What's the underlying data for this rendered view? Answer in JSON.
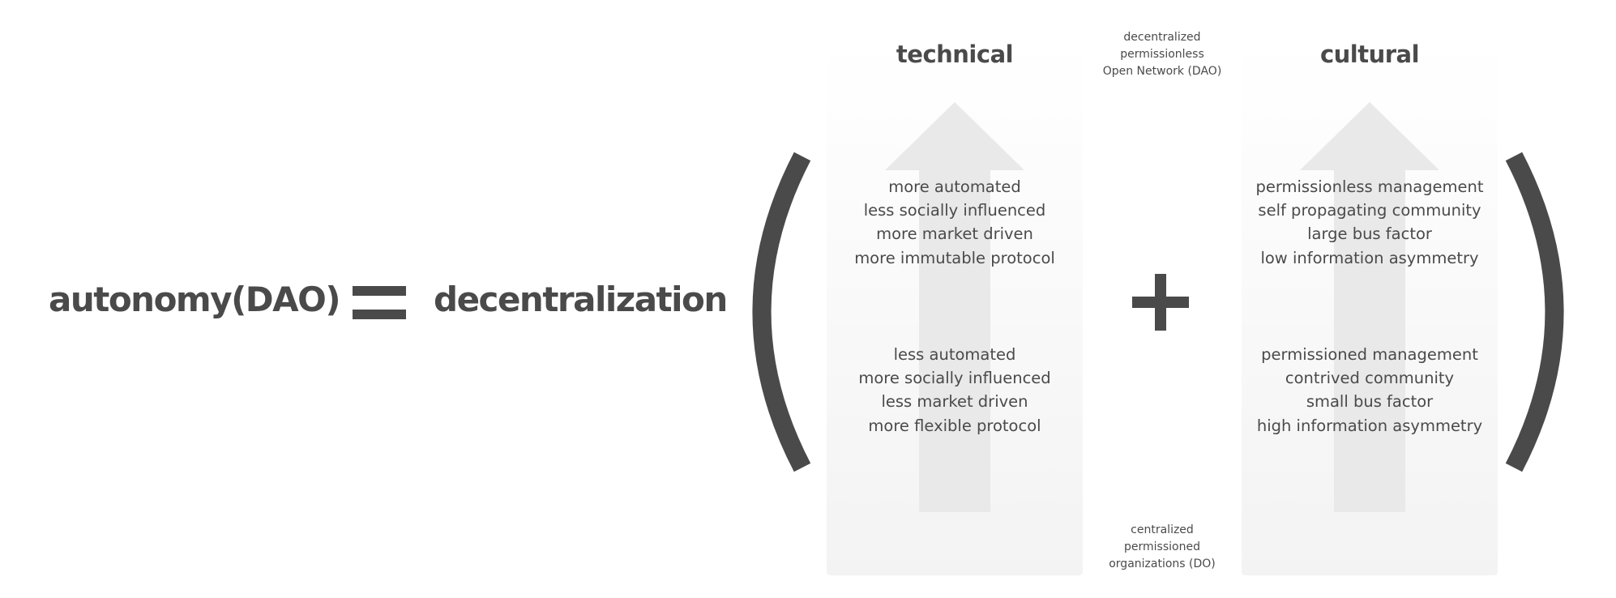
{
  "formula": {
    "lhs": "autonomy(DAO)",
    "rhs": "decentralization"
  },
  "technical": {
    "title": "technical",
    "more_decentralized": [
      "more automated",
      "less socially influenced",
      "more market driven",
      "more immutable protocol"
    ],
    "less_decentralized": [
      "less automated",
      "more socially influenced",
      "less market driven",
      "more flexible protocol"
    ]
  },
  "cultural": {
    "title": "cultural",
    "more_decentralized": [
      "permissionless management",
      "self propagating community",
      "large bus factor",
      "low information asymmetry"
    ],
    "less_decentralized": [
      "permissioned management",
      "contrived community",
      "small bus factor",
      "high information asymmetry"
    ]
  },
  "scale": {
    "top": [
      "decentralized",
      "permissionless",
      "Open Network (DAO)"
    ],
    "bottom": [
      "centralized",
      "permissioned",
      "organizations (DO)"
    ]
  },
  "colors": {
    "text": "#4a4a4a",
    "symbol": "#4a4a4a",
    "arrow": "#e9e9e9",
    "panel": "#f3f3f3"
  }
}
